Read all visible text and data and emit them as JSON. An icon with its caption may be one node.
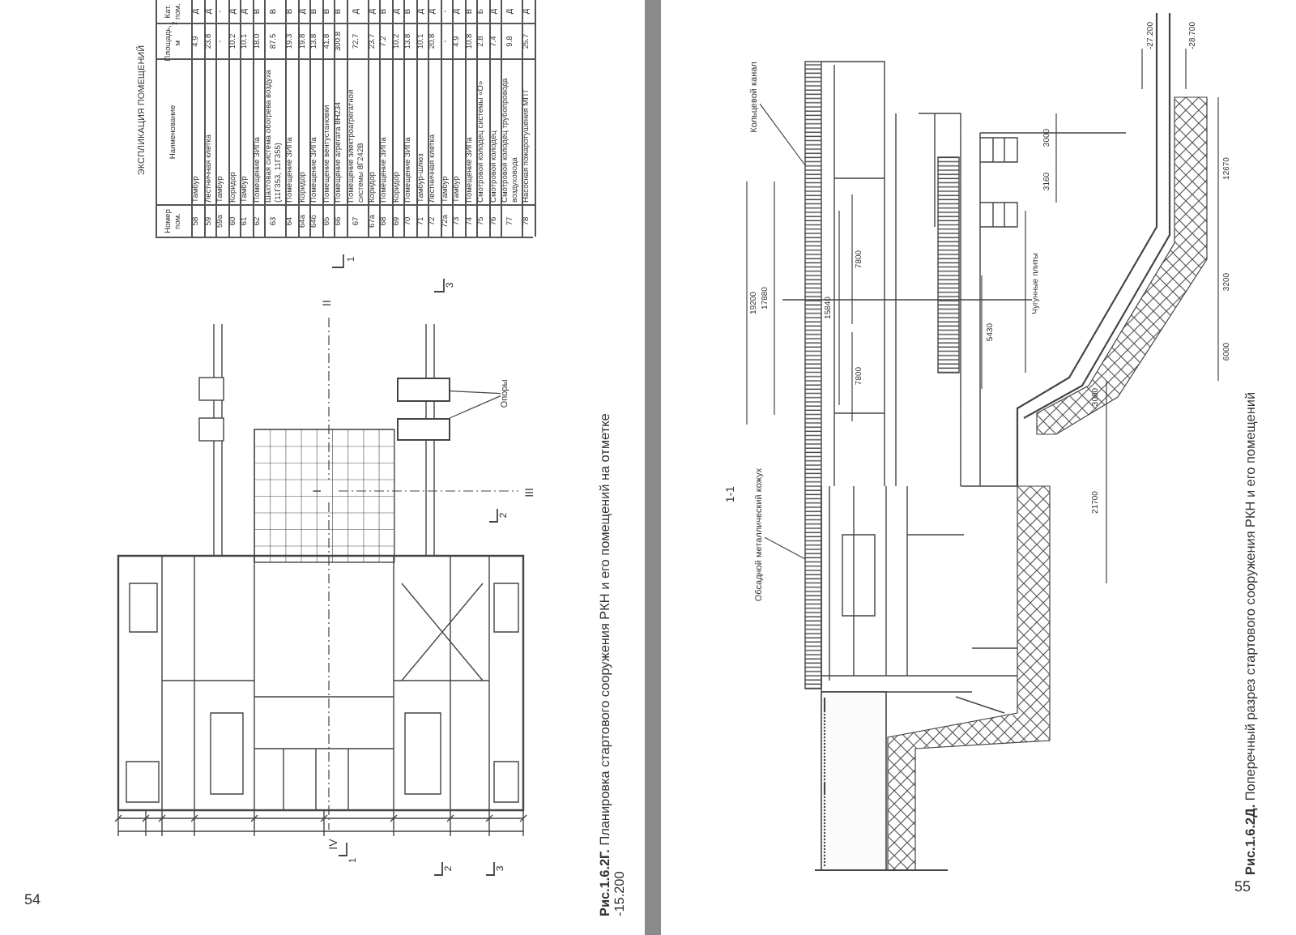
{
  "diagram": {
    "nodes": [
      {
        "text": [
          "Опоры"
        ]
      },
      {
        "text": [],
        "shape": "box"
      },
      {
        "text": [],
        "shape": "box"
      },
      {
        "text": [
          "Кольцевой канал"
        ]
      },
      {
        "text": [
          "Обсадной металлический кожух"
        ]
      }
    ],
    "edges": [
      {
        "from": 0,
        "to": 1,
        "arrow": "none"
      },
      {
        "from": 0,
        "to": 2,
        "arrow": "none"
      },
      {
        "from": 3,
        "to": null,
        "arrow": "none"
      },
      {
        "from": 4,
        "to": null,
        "arrow": "none"
      }
    ],
    "labels": [
      "ЭКСПЛИКАЦИЯ ПОМЕЩЕНИЙ",
      "Номер пом.",
      "Наименование",
      "Площадь, м$^{2}$",
      "Кат. пом.",
      "58",
      "Тамбур",
      "4.9",
      "Д",
      "59",
      "Лестничная клетка",
      "23.8",
      "Д",
      "59а",
      "Тамбур",
      "-",
      "-",
      "60",
      "Коридор",
      "10.2",
      "Д",
      "61",
      "Тамбур",
      "10.1",
      "Д",
      "62",
      "Помещение ЗИПа",
      "18.0",
      "В",
      "63",
      "Шахтовая система обогрева воздуха (11Г353, 11Г355)",
      "87.5",
      "В",
      "64",
      "Помещение ЗИПа",
      "19.3",
      "В",
      "64а",
      "Коридор",
      "19.8",
      "Д",
      "64б",
      "Помещение ЗИПа",
      "13.8",
      "В",
      "65",
      "Помещение вентустановки",
      "41.8",
      "В",
      "66",
      "Помещение агрегата 8Н234",
      "300.8",
      "В",
      "67",
      "Помещение электроагрегатной системы 8Г242В",
      "72.7",
      "Д",
      "67а",
      "Коридор",
      "23.7",
      "Д",
      "68",
      "Помещение ЗИПа",
      "7.2",
      "В",
      "69",
      "Коридор",
      "10.2",
      "Д",
      "70",
      "Помещение ЗИПа",
      "13.8",
      "В",
      "71",
      "Тамбур-шлюз",
      "10.1",
      "Д",
      "72",
      "Лестничная клетка",
      "20.8",
      "Д",
      "72а",
      "Тамбур",
      "-",
      "-",
      "73",
      "Тамбур",
      "4.9",
      "Д",
      "74",
      "Помещение ЗИПа",
      "10.8",
      "В",
      "75",
      "Смотровой колодец системы «О»",
      "2.8",
      "Б",
      "76",
      "Смотровой колодец",
      "7.4",
      "Д",
      "77",
      "Смотровой колодец трубопровода воздуховода",
      "9.8",
      "Д",
      "78",
      "Насосная пожаротушения МПТ",
      "25.7",
      "Д",
      "II",
      "1",
      "3",
      "I",
      "III",
      "2",
      "IV",
      "1",
      "2",
      "3",
      "**Рис.1.6.2Г.** Планировка стартового сооружения РКН и его помещений на отметке -15.200",
      "54",
      "1-1",
      "19200",
      "17880",
      "15840",
      "7800",
      "7800",
      "Чугунные плиты",
      "5430",
      "3000",
      "3160",
      "-27.200",
      "-28.700",
      "12670",
      "3200",
      "6000",
      "3000",
      "21700",
      "**Рис.1.6.2Д.** Поперечный разрез стартового сооружения РКН и его помещений",
      "55"
    ]
  }
}
